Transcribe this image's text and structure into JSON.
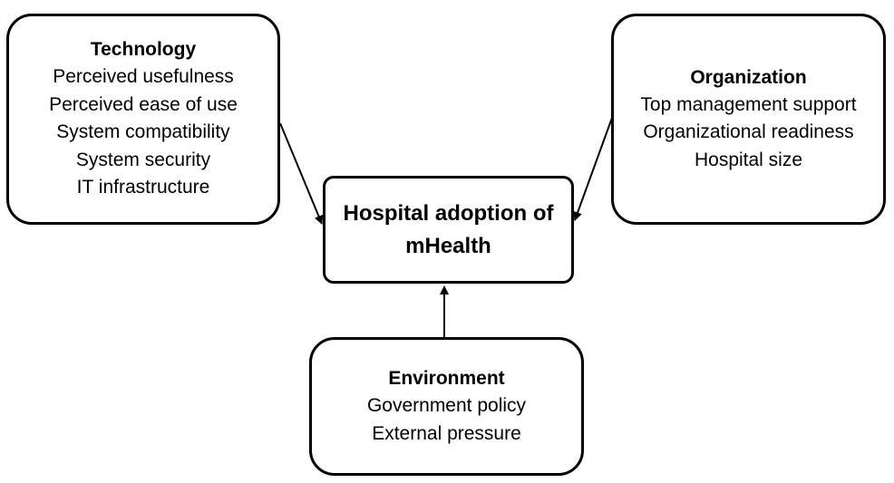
{
  "center": {
    "title_line1": "Hospital adoption of",
    "title_line2": "mHealth"
  },
  "technology": {
    "title": "Technology",
    "items": [
      "Perceived usefulness",
      "Perceived ease of use",
      "System compatibility",
      "System security",
      "IT infrastructure"
    ]
  },
  "organization": {
    "title": "Organization",
    "items": [
      "Top management support",
      "Organizational readiness",
      "Hospital size"
    ]
  },
  "environment": {
    "title": "Environment",
    "items": [
      "Government policy",
      "External pressure"
    ]
  }
}
